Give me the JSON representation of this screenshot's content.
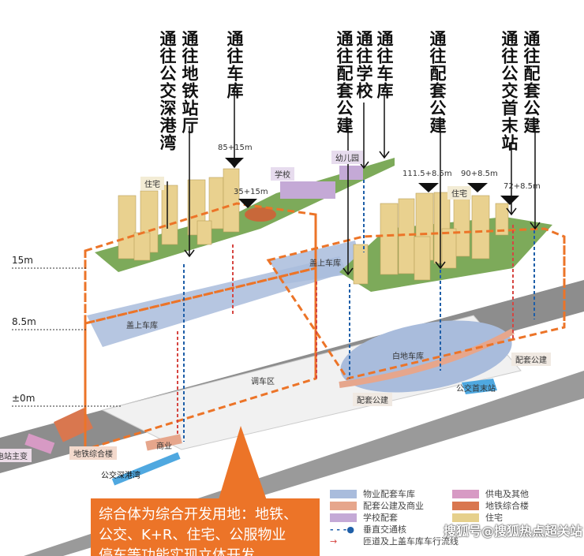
{
  "directions": [
    "通往公交深港湾",
    "通往地铁站厅",
    "通往车库",
    "通往配套公建",
    "通往学校",
    "通往车库",
    "通往配套公建",
    "通往公交首末站",
    "通往配套公建"
  ],
  "heights": {
    "h15": "15m",
    "h85": "8.5m",
    "h0": "±0m"
  },
  "labels": {
    "residential_left": "住宅",
    "school": "学校",
    "kindergarten": "幼儿园",
    "h1": "85+15m",
    "h2": "35+15m",
    "h3": "111.5+8.5m",
    "h4": "90+8.5m",
    "h5": "72+8.5m",
    "residential_right": "住宅",
    "deck_garage_1": "盖上车库",
    "deck_garage_2": "盖上车库",
    "ground_garage": "白地车库",
    "facility_right": "配套公建",
    "bus_terminal": "公交首末站",
    "yard": "调车区",
    "facility_bottom": "配套公建",
    "metro_building": "地铁综合楼",
    "commercial": "商业",
    "substation": "电站主变",
    "bus_bay": "公交深港湾"
  },
  "callout": {
    "lines": [
      "综合体为综合开发用地：地铁、",
      "公交、K+R、住宅、公服物业",
      "停车等功能实现立体开发"
    ]
  },
  "legend": {
    "items": [
      {
        "label": "物业配套车库",
        "color": "#a9bcdc"
      },
      {
        "label": "供电及其他",
        "color": "#d79ac4"
      },
      {
        "label": "配套公建及商业",
        "color": "#e6a68c"
      },
      {
        "label": "地铁综合楼",
        "color": "#d9774f"
      },
      {
        "label": "学校配套",
        "color": "#c4a9d6"
      },
      {
        "label": "住宅",
        "color": "#e6d08c"
      }
    ],
    "vertical_core": "垂直交通核",
    "ramp_flow": "匝道及上盖车库车行流线"
  },
  "watermark": "搜狐号@搜狐热点超关站",
  "colors": {
    "orange": "#ec7428",
    "blue_dash": "#1f5fa8",
    "red_dash": "#d64541"
  }
}
